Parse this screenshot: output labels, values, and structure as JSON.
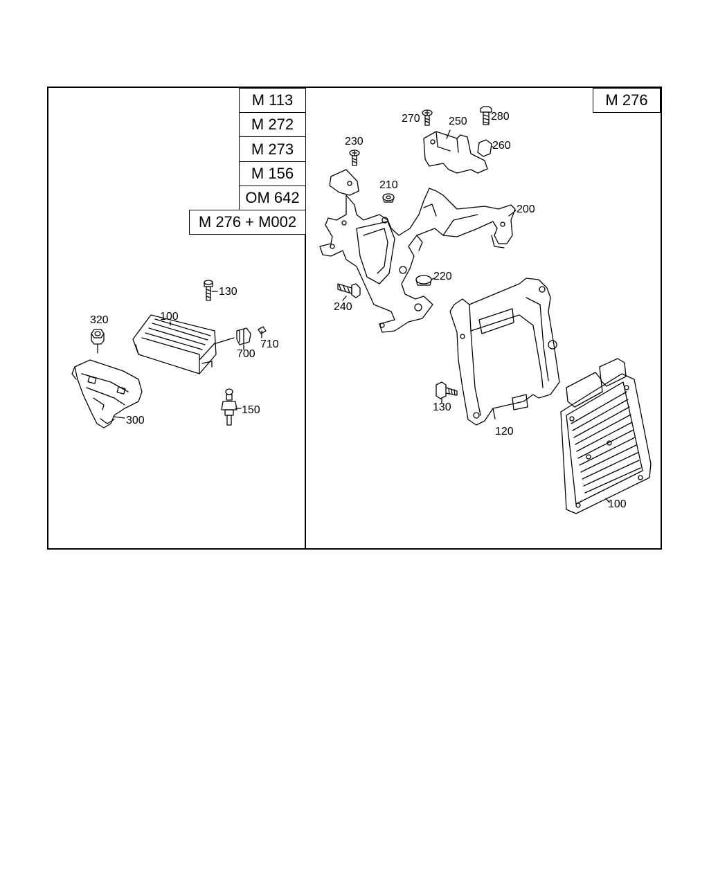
{
  "left_panel": {
    "engine_tags": [
      "M 113",
      "M 272",
      "M 273",
      "M 156",
      "OM 642",
      "M 276 + M002"
    ],
    "callouts": [
      "130",
      "320",
      "100",
      "710",
      "700",
      "150",
      "300"
    ]
  },
  "right_panel": {
    "engine_tag": "M 276",
    "callouts": [
      "270",
      "280",
      "250",
      "230",
      "260",
      "210",
      "200",
      "220",
      "240",
      "130",
      "120",
      "100"
    ]
  }
}
